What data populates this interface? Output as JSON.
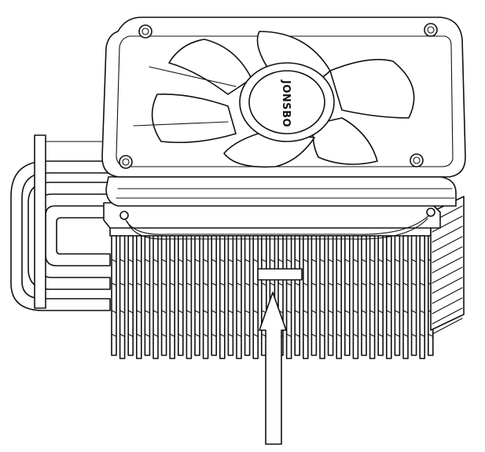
{
  "figure": {
    "background": "#ffffff",
    "line_color": "#111111",
    "fan_hub_brand": "JONSBO",
    "component_names": [
      "fan-frame",
      "fan-blades",
      "fan-hub",
      "heatsink-fin-stack",
      "heat-pipes",
      "mounting-clip",
      "pointer-arrow"
    ]
  }
}
